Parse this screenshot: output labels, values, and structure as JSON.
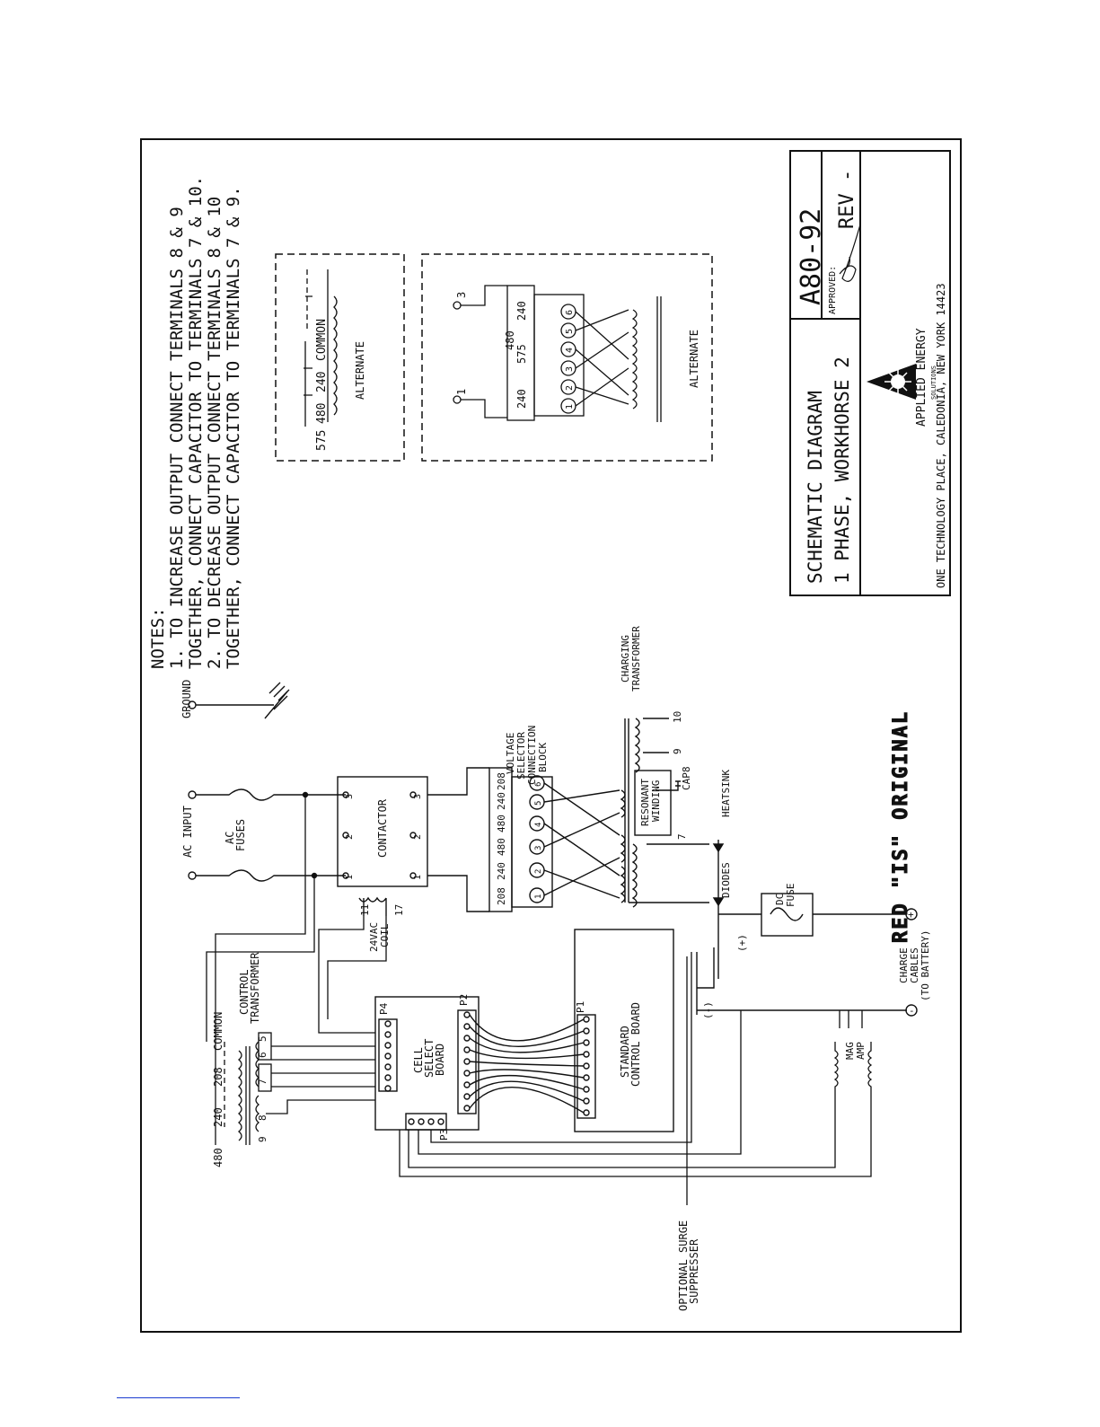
{
  "notes": {
    "heading": "NOTES:",
    "lines": [
      "1.  TO INCREASE OUTPUT CONNECT TERMINALS 8 & 9",
      "TOGETHER, CONNECT CAPACITOR TO TERMINALS 7 & 10.",
      "2.  TO DECREASE OUTPUT CONNECT TERMINALS 8 & 10",
      "TOGETHER, CONNECT CAPACITOR TO TERMINALS 7 & 9."
    ]
  },
  "title_block": {
    "title_line1": "SCHEMATIC DIAGRAM",
    "title_line2": "1 PHASE, WORKHORSE 2",
    "drawing_number": "A80-92",
    "approved_label": "APPROVED:",
    "revision": "REV -",
    "company_name": "APPLIED ENERGY",
    "company_sub": "SOLUTIONS",
    "address": "ONE TECHNOLOGY PLACE, CALEDONIA, NEW YORK 14423"
  },
  "stamp_text": "RED \"IS\" ORIGINAL",
  "labels": {
    "ac_input": "AC INPUT",
    "ac_fuses": [
      "AC",
      "FUSES"
    ],
    "ground": "GROUND",
    "contactor": "CONTACTOR",
    "coil": [
      "24VAC",
      "COIL"
    ],
    "coil_pins": [
      "11",
      "17"
    ],
    "control_transformer": [
      "CONTROL",
      "TRANSFORMER"
    ],
    "common": "COMMON",
    "ct_taps": [
      "480",
      "240",
      "208"
    ],
    "ct_pins": [
      "9",
      "8",
      "7",
      "6",
      "5"
    ],
    "cell_select_board": [
      "CELL",
      "SELECT",
      "BOARD"
    ],
    "standard_control_board": [
      "STANDARD",
      "CONTROL BOARD"
    ],
    "connectors": [
      "P4",
      "P2",
      "P3",
      "P1"
    ],
    "voltage_selector": [
      "VOLTAGE",
      "SELECTOR",
      "CONNECTION",
      "BLOCK"
    ],
    "vs_taps": [
      "208",
      "240",
      "480",
      "480",
      "240",
      "208"
    ],
    "charging_transformer": [
      "CHARGING",
      "TRANSFORMER"
    ],
    "resonant_winding": [
      "RESONANT",
      "WINDING"
    ],
    "cap": "CAP",
    "terminal_numbers": [
      "7",
      "8",
      "9",
      "10"
    ],
    "heatsink": "HEATSINK",
    "diodes": "DIODES",
    "dc_fuse": [
      "DC",
      "FUSE"
    ],
    "charge_cables": [
      "CHARGE",
      "CABLES",
      "(TO BATTERY)"
    ],
    "mag_amp": [
      "MAG",
      "AMP"
    ],
    "surge": [
      "OPTIONAL SURGE",
      "SUPPRESSER"
    ],
    "polarity": [
      "(+)",
      "(-)"
    ],
    "alternate": "ALTERNATE",
    "alt1_taps": [
      "575",
      "480",
      "240",
      "COMMON"
    ],
    "alt2_taps": [
      "240",
      "575",
      "480",
      "240"
    ],
    "contact_numbers": [
      "1",
      "2",
      "3",
      "4",
      "5",
      "6"
    ]
  }
}
